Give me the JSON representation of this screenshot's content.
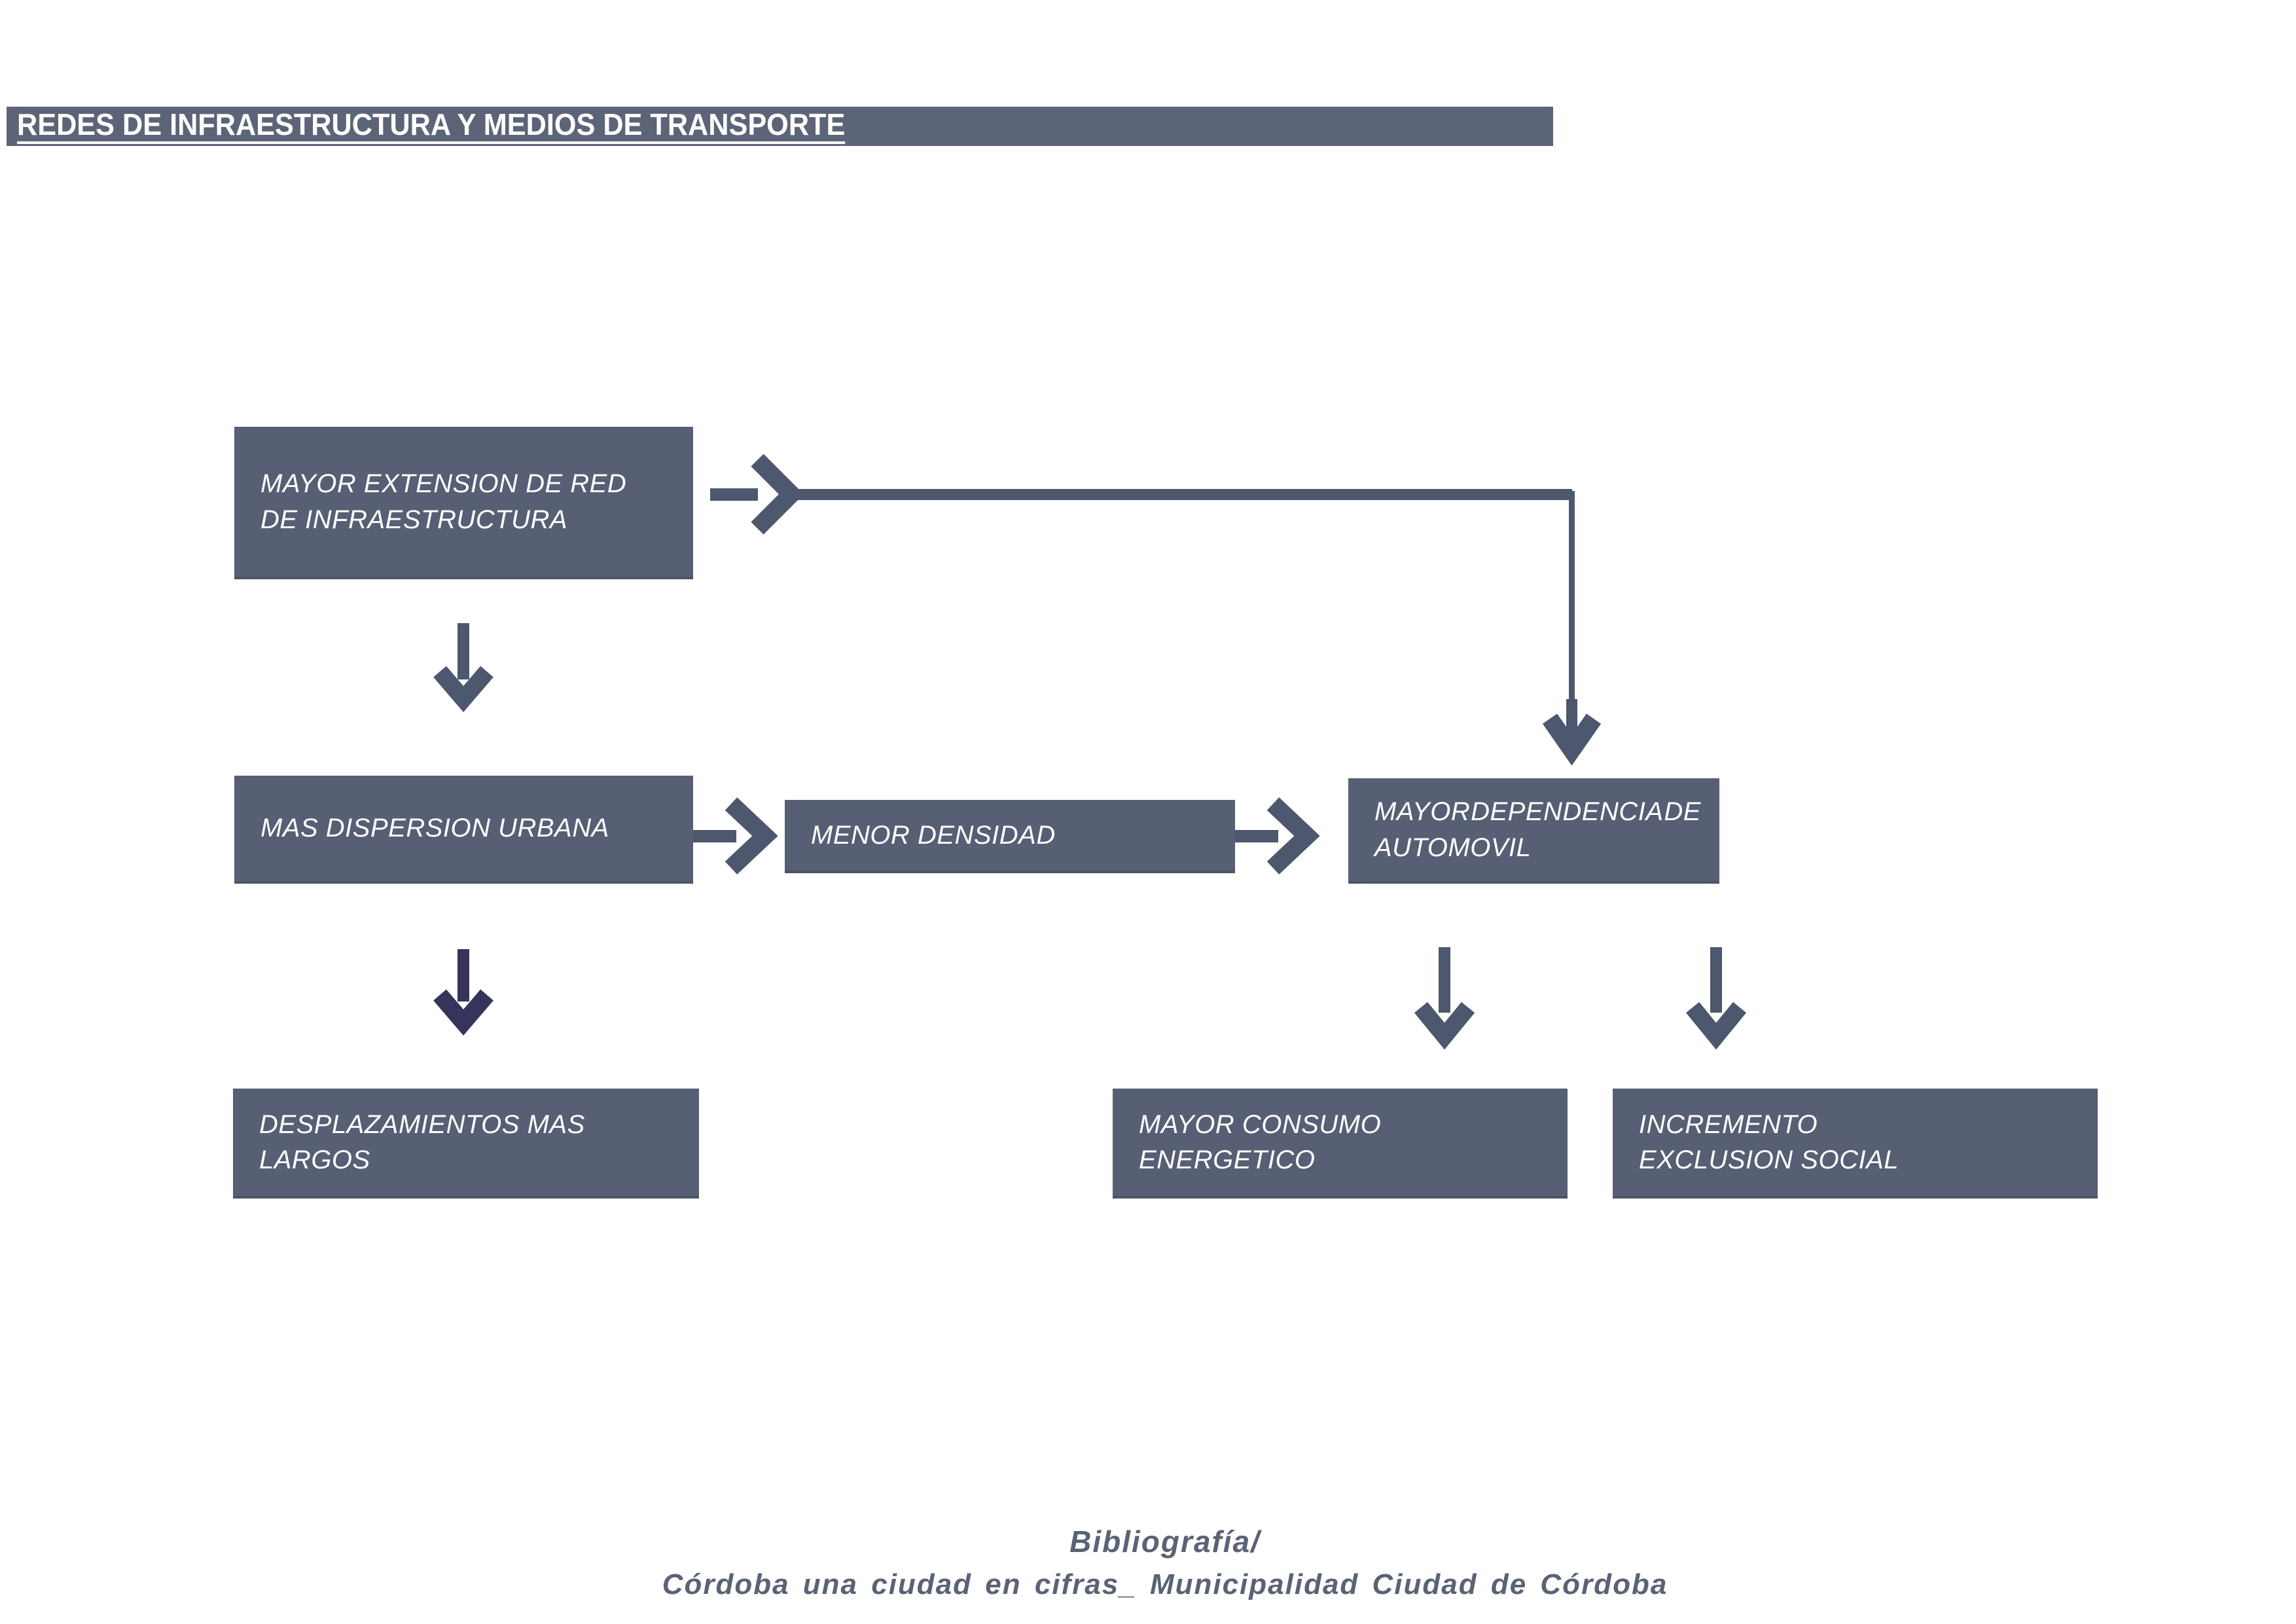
{
  "theme": {
    "background": "#ffffff",
    "title_bar_bg": "#5c6477",
    "box_bg": "#565f73",
    "box_text": "#ffffff",
    "arrow": "#4d576d",
    "arrow_dark": "#35345a",
    "footer_text": "#5a6375"
  },
  "title_bar": {
    "title": "REDES DE INFRAESTRUCTURA Y MEDIOS DE TRANSPORTE"
  },
  "diagram": {
    "nodes": {
      "mayor_extension": {
        "line1": "MAYOR EXTENSION DE RED",
        "line2": "DE INFRAESTRUCTURA"
      },
      "mas_dispersion": {
        "line1": "MAS DISPERSION URBANA"
      },
      "menor_densidad": {
        "line1": "MENOR DENSIDAD"
      },
      "mayor_dependencia": {
        "word1": "MAYOR",
        "word2": "DEPENDENCIA",
        "word3": "DE",
        "line2": "AUTOMOVIL"
      },
      "desplazamientos": {
        "line1": "DESPLAZAMIENTOS MAS",
        "line2": "LARGOS"
      },
      "mayor_consumo": {
        "line1": "MAYOR CONSUMO",
        "line2": "ENERGETICO"
      },
      "incremento_exclusion": {
        "line1": "INCREMENTO",
        "line2": "EXCLUSION SOCIAL"
      }
    }
  },
  "footer": {
    "line1": "Bibliografía/",
    "line2": "Córdoba una ciudad en cifras_ Municipalidad Ciudad de Córdoba"
  }
}
